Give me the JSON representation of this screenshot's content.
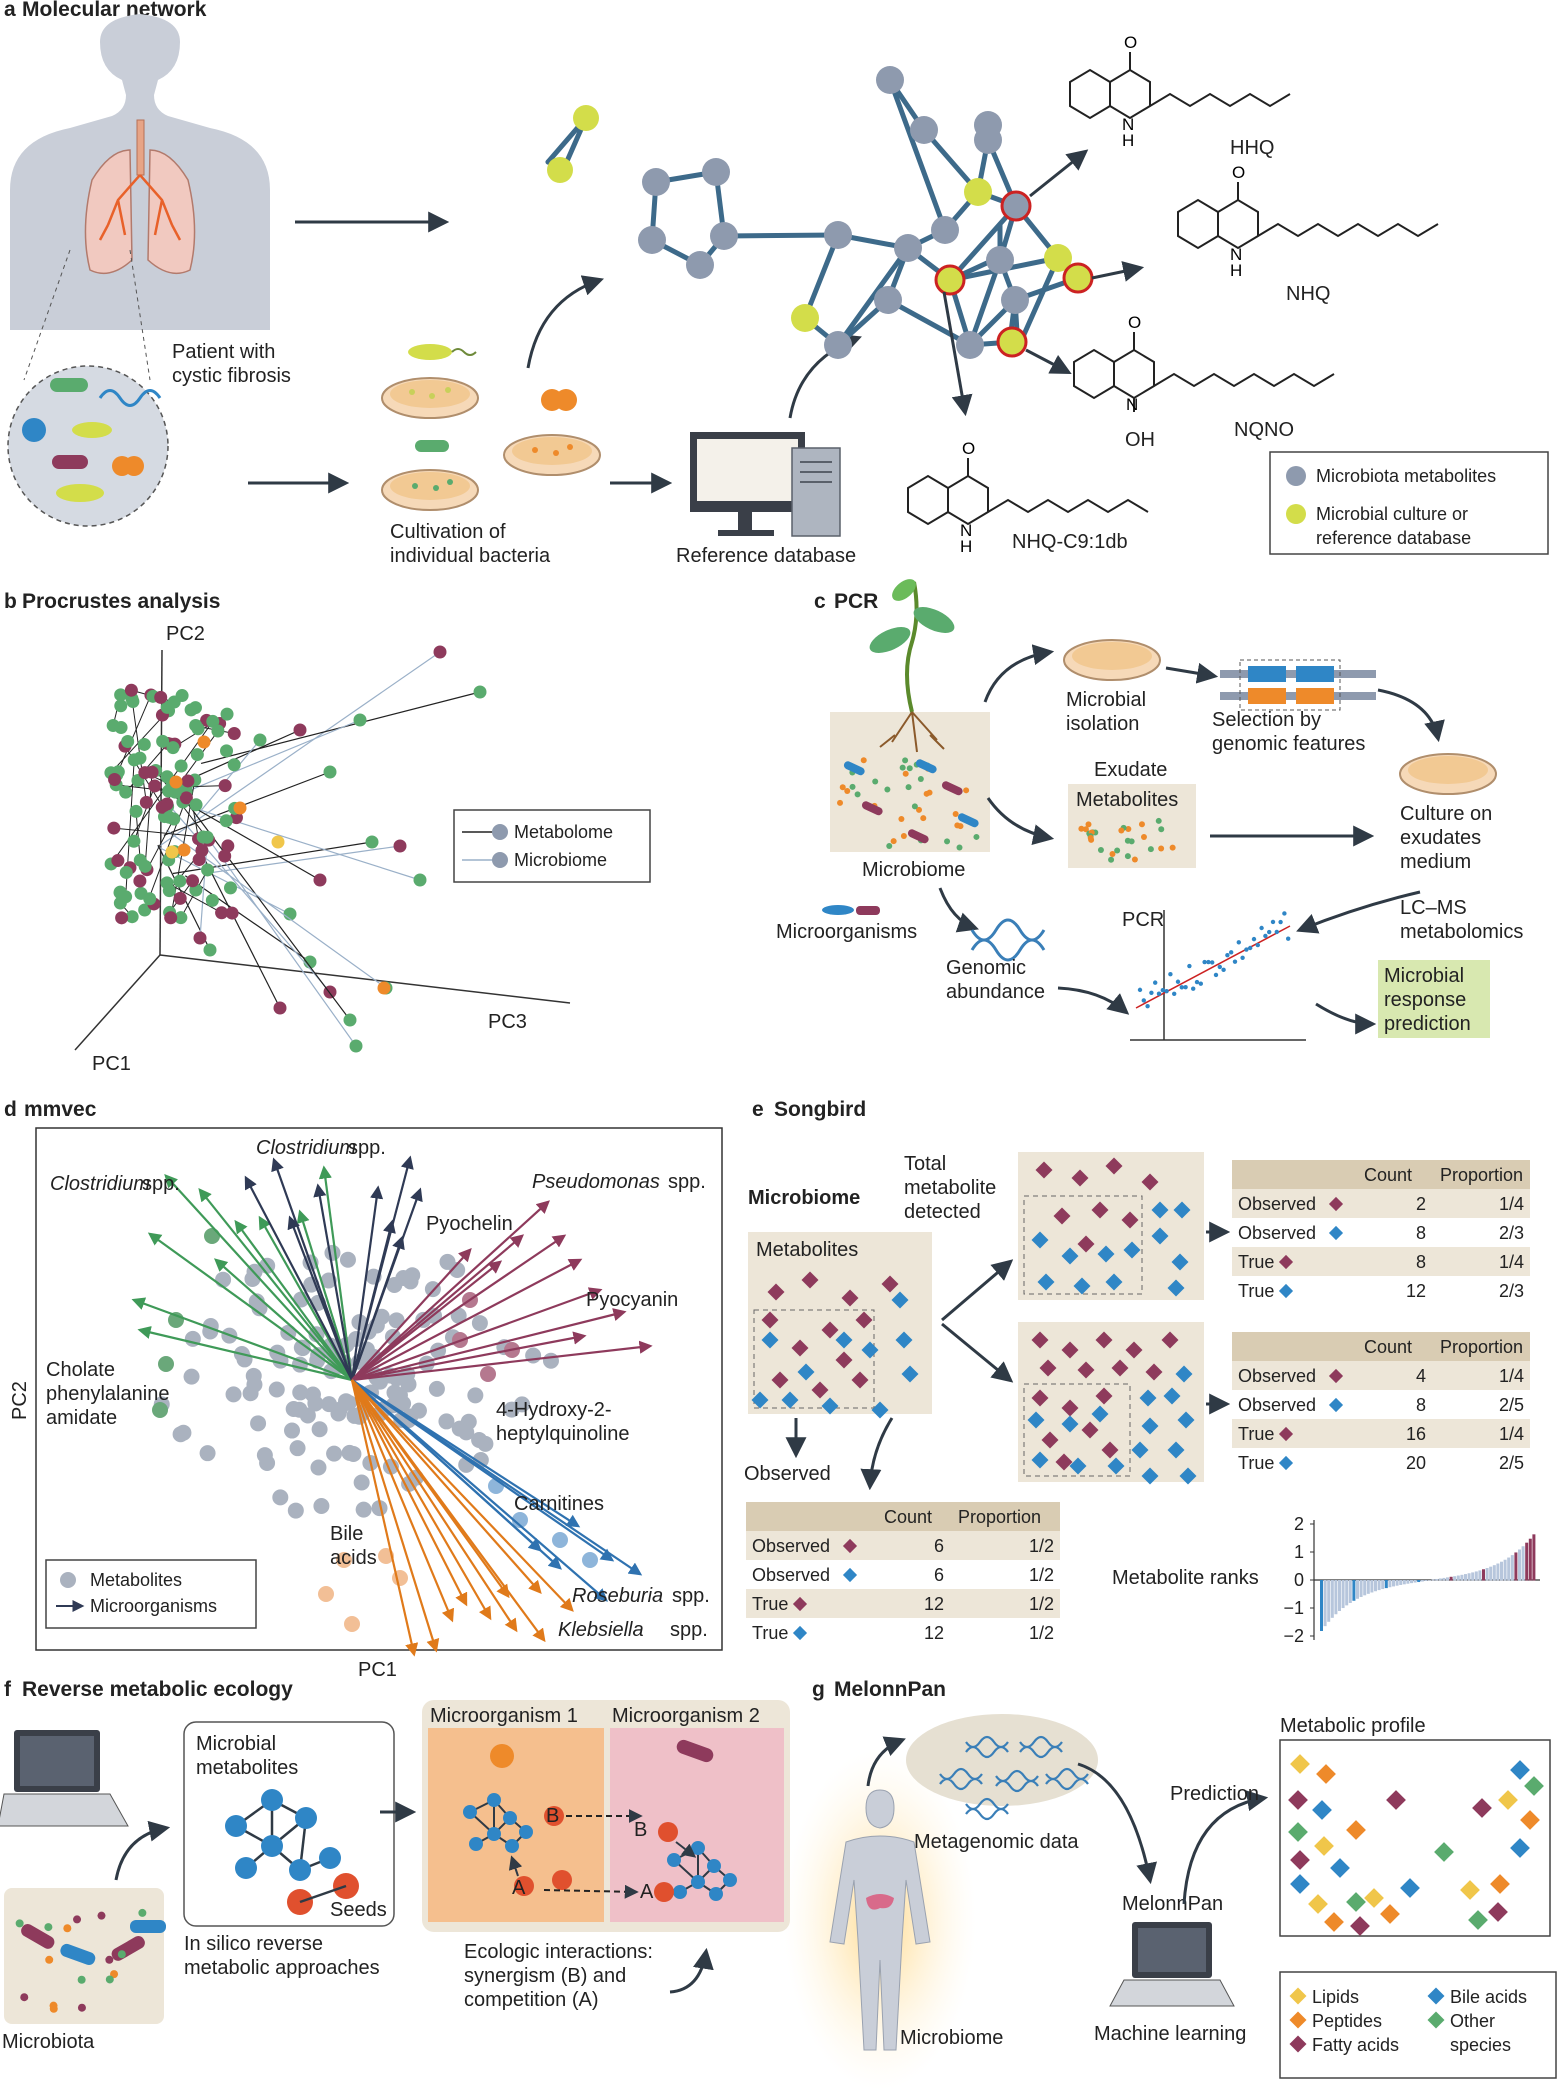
{
  "colors": {
    "grey_node": "#8e9aae",
    "yellow_node": "#d3dd4a",
    "maroon": "#8e3a5c",
    "green": "#5aab6e",
    "orange": "#ee8a2a",
    "blue": "#2f86c6",
    "navy": "#2f3a55",
    "beige": "#ede6d8",
    "table_head": "#d9ccb3",
    "red_ring": "#cc2222",
    "highlight": "#d8e8b0"
  },
  "panel_a": {
    "letter": "a",
    "title": "Molecular network",
    "patient_label": [
      "Patient with",
      "cystic fibrosis"
    ],
    "cultivation_label": [
      "Cultivation of",
      "individual bacteria"
    ],
    "reference_label": "Reference database",
    "compounds": [
      "HHQ",
      "NHQ",
      "NQNO",
      "NHQ-C9:1db"
    ],
    "oh_label": "OH",
    "legend": {
      "grey": "Microbiota metabolites",
      "yellow": [
        "Microbial culture or",
        "reference database"
      ]
    }
  },
  "panel_b": {
    "letter": "b",
    "title": "Procrustes analysis",
    "axes": [
      "PC2",
      "PC1",
      "PC3"
    ],
    "legend": [
      "Metabolome",
      "Microbiome"
    ]
  },
  "panel_c": {
    "letter": "c",
    "title": "PCR",
    "labels": {
      "isolation": [
        "Microbial",
        "isolation"
      ],
      "selection": [
        "Selection by",
        "genomic features"
      ],
      "exudate": "Exudate",
      "metabolites": "Metabolites",
      "culture": [
        "Culture on",
        "exudates",
        "medium"
      ],
      "microbiome": "Microbiome",
      "microorganisms": "Microorganisms",
      "genomic": [
        "Genomic",
        "abundance"
      ],
      "pcr": "PCR",
      "lcms": [
        "LC–MS",
        "metabolomics"
      ],
      "prediction": [
        "Microbial",
        "response",
        "prediction"
      ]
    }
  },
  "panel_d": {
    "letter": "d",
    "title": "mmvec",
    "axis_x": "PC1",
    "axis_y": "PC2",
    "labels": {
      "clostridium_top": "Clostridium",
      "clostridium_left": "Clostridium",
      "spp": "spp.",
      "pseudomonas": "Pseudomonas",
      "pyochelin": "Pyochelin",
      "pyocyanin": "Pyocyanin",
      "cholate": [
        "Cholate",
        "phenylalanine",
        "amidate"
      ],
      "hydroxy": [
        "4-Hydroxy-2-",
        "heptylquinoline"
      ],
      "carnitines": "Carnitines",
      "bile": [
        "Bile",
        "acids"
      ],
      "roseburia": "Roseburia",
      "klebsiella": "Klebsiella"
    },
    "legend": [
      "Metabolites",
      "Microorganisms"
    ]
  },
  "panel_e": {
    "letter": "e",
    "title": "Songbird",
    "labels": {
      "microbiome": "Microbiome",
      "metabolites": "Metabolites",
      "total": [
        "Total",
        "metabolite",
        "detected"
      ],
      "observed": "Observed",
      "ranks": "Metabolite ranks"
    },
    "table_header": [
      "Count",
      "Proportion"
    ],
    "tables": [
      {
        "rows": [
          [
            "Observed",
            "maroon",
            "2",
            "1/4"
          ],
          [
            "Observed",
            "blue",
            "8",
            "2/3"
          ],
          [
            "True",
            "maroon",
            "8",
            "1/4"
          ],
          [
            "True",
            "blue",
            "12",
            "2/3"
          ]
        ]
      },
      {
        "rows": [
          [
            "Observed",
            "maroon",
            "4",
            "1/4"
          ],
          [
            "Observed",
            "blue",
            "8",
            "2/5"
          ],
          [
            "True",
            "maroon",
            "16",
            "1/4"
          ],
          [
            "True",
            "blue",
            "20",
            "2/5"
          ]
        ]
      },
      {
        "rows": [
          [
            "Observed",
            "maroon",
            "6",
            "1/2"
          ],
          [
            "Observed",
            "blue",
            "6",
            "1/2"
          ],
          [
            "True",
            "maroon",
            "12",
            "1/2"
          ],
          [
            "True",
            "blue",
            "12",
            "1/2"
          ]
        ]
      }
    ],
    "rank_ticks": [
      "2",
      "1",
      "0",
      "−1",
      "−2"
    ]
  },
  "panel_f": {
    "letter": "f",
    "title": "Reverse metabolic ecology",
    "labels": {
      "microbial_metabolites": [
        "Microbial",
        "metabolites"
      ],
      "seeds": "Seeds",
      "insilico": [
        "In silico reverse",
        "metabolic approaches"
      ],
      "org1": "Microorganism 1",
      "org2": "Microorganism 2",
      "a": "A",
      "b": "B",
      "ecologic": [
        "Ecologic interactions:",
        "synergism (B) and",
        "competition (A)"
      ],
      "microbiota": "Microbiota"
    }
  },
  "panel_g": {
    "letter": "g",
    "title": "MelonnPan",
    "labels": {
      "metagenomic": "Metagenomic data",
      "melonnpan": "MelonnPan",
      "prediction": "Prediction",
      "profile": "Metabolic profile",
      "microbiome": "Microbiome",
      "ml": "Machine learning"
    },
    "legend": [
      [
        "Lipids",
        "#f0c64a"
      ],
      [
        "Peptides",
        "#ee8a2a"
      ],
      [
        "Fatty acids",
        "#8e3a5c"
      ],
      [
        "Bile acids",
        "#2f86c6"
      ],
      [
        "Other",
        "#5aab6e"
      ],
      [
        "species",
        ""
      ]
    ]
  }
}
